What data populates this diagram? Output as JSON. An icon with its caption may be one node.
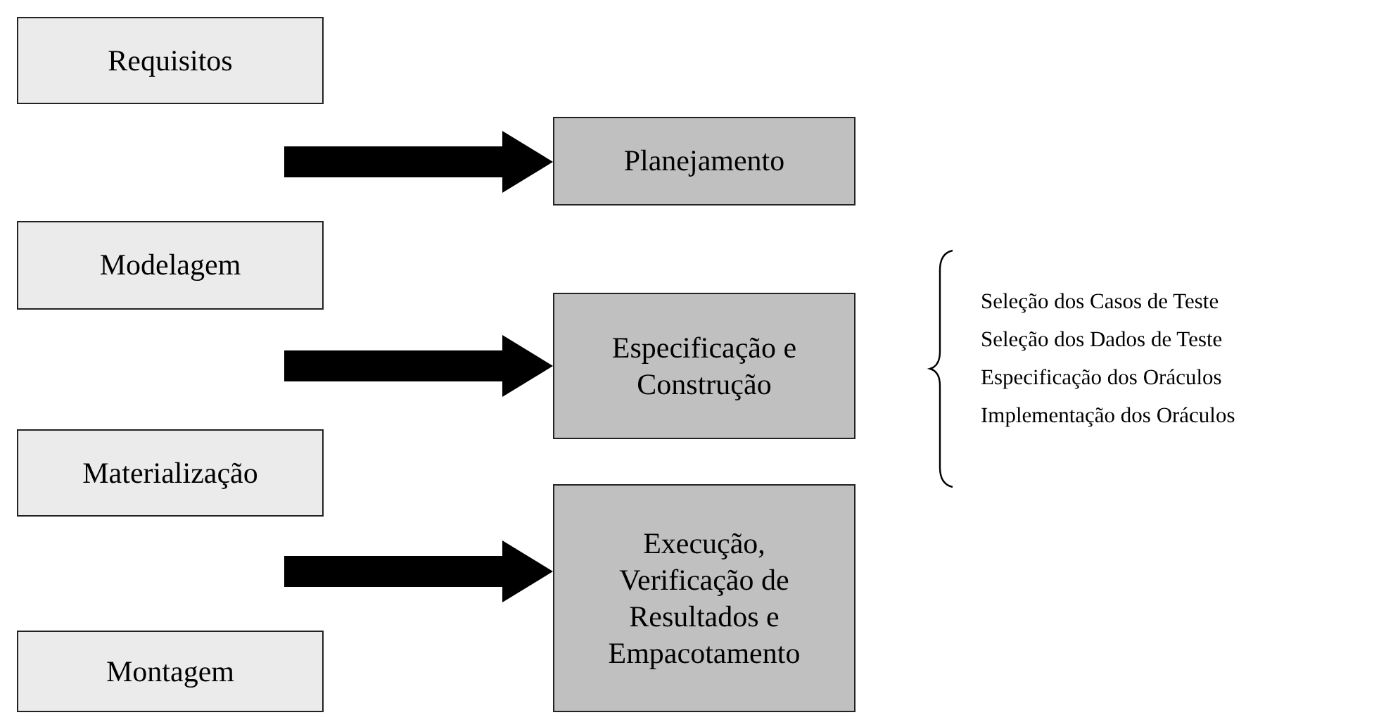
{
  "diagram": {
    "nodes": [
      {
        "text": [
          "Requisitos"
        ]
      },
      {
        "text": [
          "Modelagem"
        ]
      },
      {
        "text": [
          "Materialização"
        ]
      },
      {
        "text": [
          "Montagem"
        ]
      },
      {
        "text": [
          "Planejamento"
        ]
      },
      {
        "text": [
          "Especificação e Construção"
        ]
      },
      {
        "text": [
          "Execução, Verificação de Resultados e Empacotamento"
        ]
      }
    ],
    "edges": [
      {
        "from": null,
        "to": 4,
        "arrow": "to"
      },
      {
        "from": null,
        "to": 5,
        "arrow": "to"
      },
      {
        "from": null,
        "to": 6,
        "arrow": "to"
      }
    ],
    "labels": [
      "Seleção dos Casos de Teste",
      "Seleção dos Dados de Teste",
      "Especificação dos Oráculos",
      "Implementação dos Oráculos"
    ]
  }
}
